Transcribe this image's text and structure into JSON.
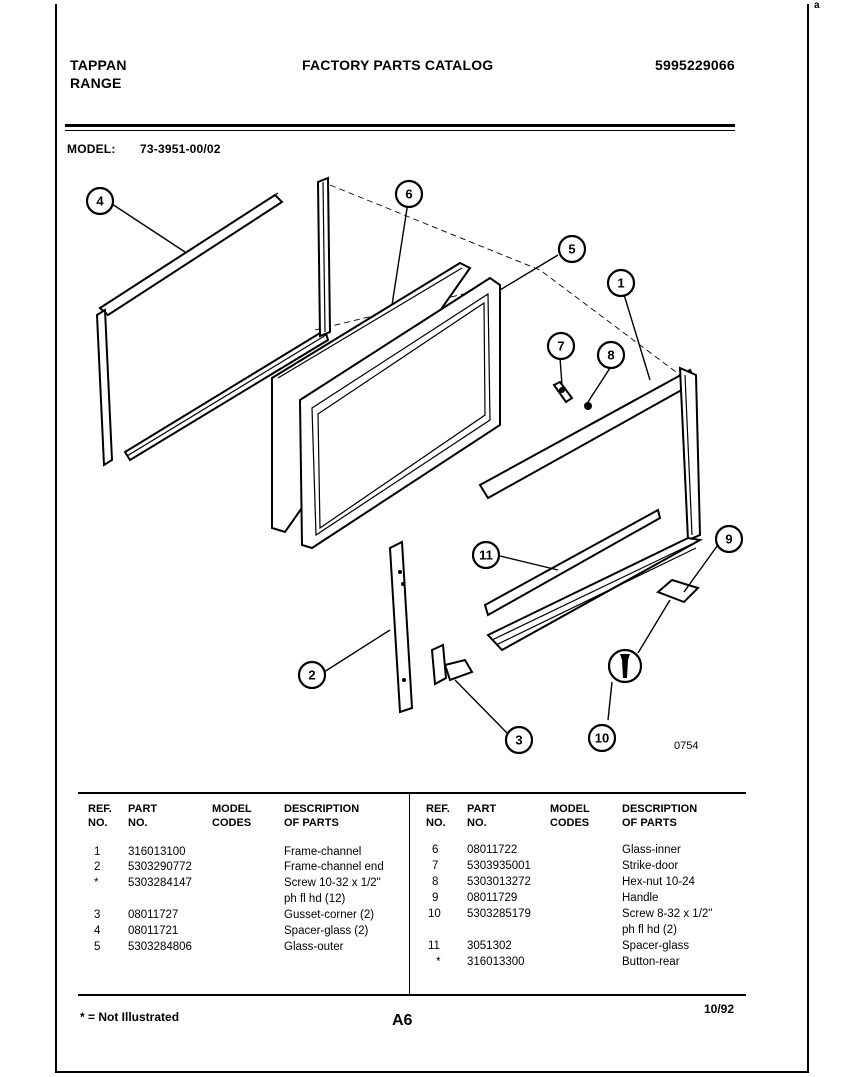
{
  "header": {
    "brand_line1": "TAPPAN",
    "brand_line2": "RANGE",
    "catalog_title": "FACTORY PARTS CATALOG",
    "catalog_number": "5995229066",
    "corner_mark": "a",
    "model_label": "MODEL:",
    "model_value": "73-3951-00/02"
  },
  "diagram": {
    "callouts": [
      "1",
      "2",
      "3",
      "4",
      "5",
      "6",
      "7",
      "8",
      "9",
      "10",
      "11"
    ],
    "drawing_number": "0754"
  },
  "table": {
    "headers": {
      "ref": "REF.",
      "no": "NO.",
      "part": "PART",
      "part_no": "NO.",
      "model": "MODEL",
      "codes": "CODES",
      "desc": "DESCRIPTION",
      "of_parts": "OF PARTS"
    },
    "left_rows": [
      {
        "ref": "1",
        "part": "316013100",
        "desc": "Frame-channel"
      },
      {
        "ref": "2",
        "part": "5303290772",
        "desc": "Frame-channel end"
      },
      {
        "ref": "*",
        "part": "5303284147",
        "desc": "Screw 10-32 x 1/2\""
      },
      {
        "ref": "",
        "part": "",
        "desc": "ph fl hd (12)"
      },
      {
        "ref": "3",
        "part": "08011727",
        "desc": "Gusset-corner (2)"
      },
      {
        "ref": "4",
        "part": "08011721",
        "desc": "Spacer-glass (2)"
      },
      {
        "ref": "5",
        "part": "5303284806",
        "desc": "Glass-outer"
      }
    ],
    "right_rows": [
      {
        "ref": "6",
        "part": "08011722",
        "desc": "Glass-inner"
      },
      {
        "ref": "7",
        "part": "5303935001",
        "desc": "Strike-door"
      },
      {
        "ref": "8",
        "part": "5303013272",
        "desc": "Hex-nut 10-24"
      },
      {
        "ref": "9",
        "part": "08011729",
        "desc": "Handle"
      },
      {
        "ref": "10",
        "part": "5303285179",
        "desc": "Screw 8-32 x 1/2\""
      },
      {
        "ref": "",
        "part": "",
        "desc": "ph fl hd (2)"
      },
      {
        "ref": "11",
        "part": "3051302",
        "desc": "Spacer-glass"
      },
      {
        "ref": "*",
        "part": "316013300",
        "desc": "Button-rear"
      }
    ]
  },
  "footer": {
    "not_illustrated": "* = Not Illustrated",
    "page_code": "A6",
    "date": "10/92"
  }
}
